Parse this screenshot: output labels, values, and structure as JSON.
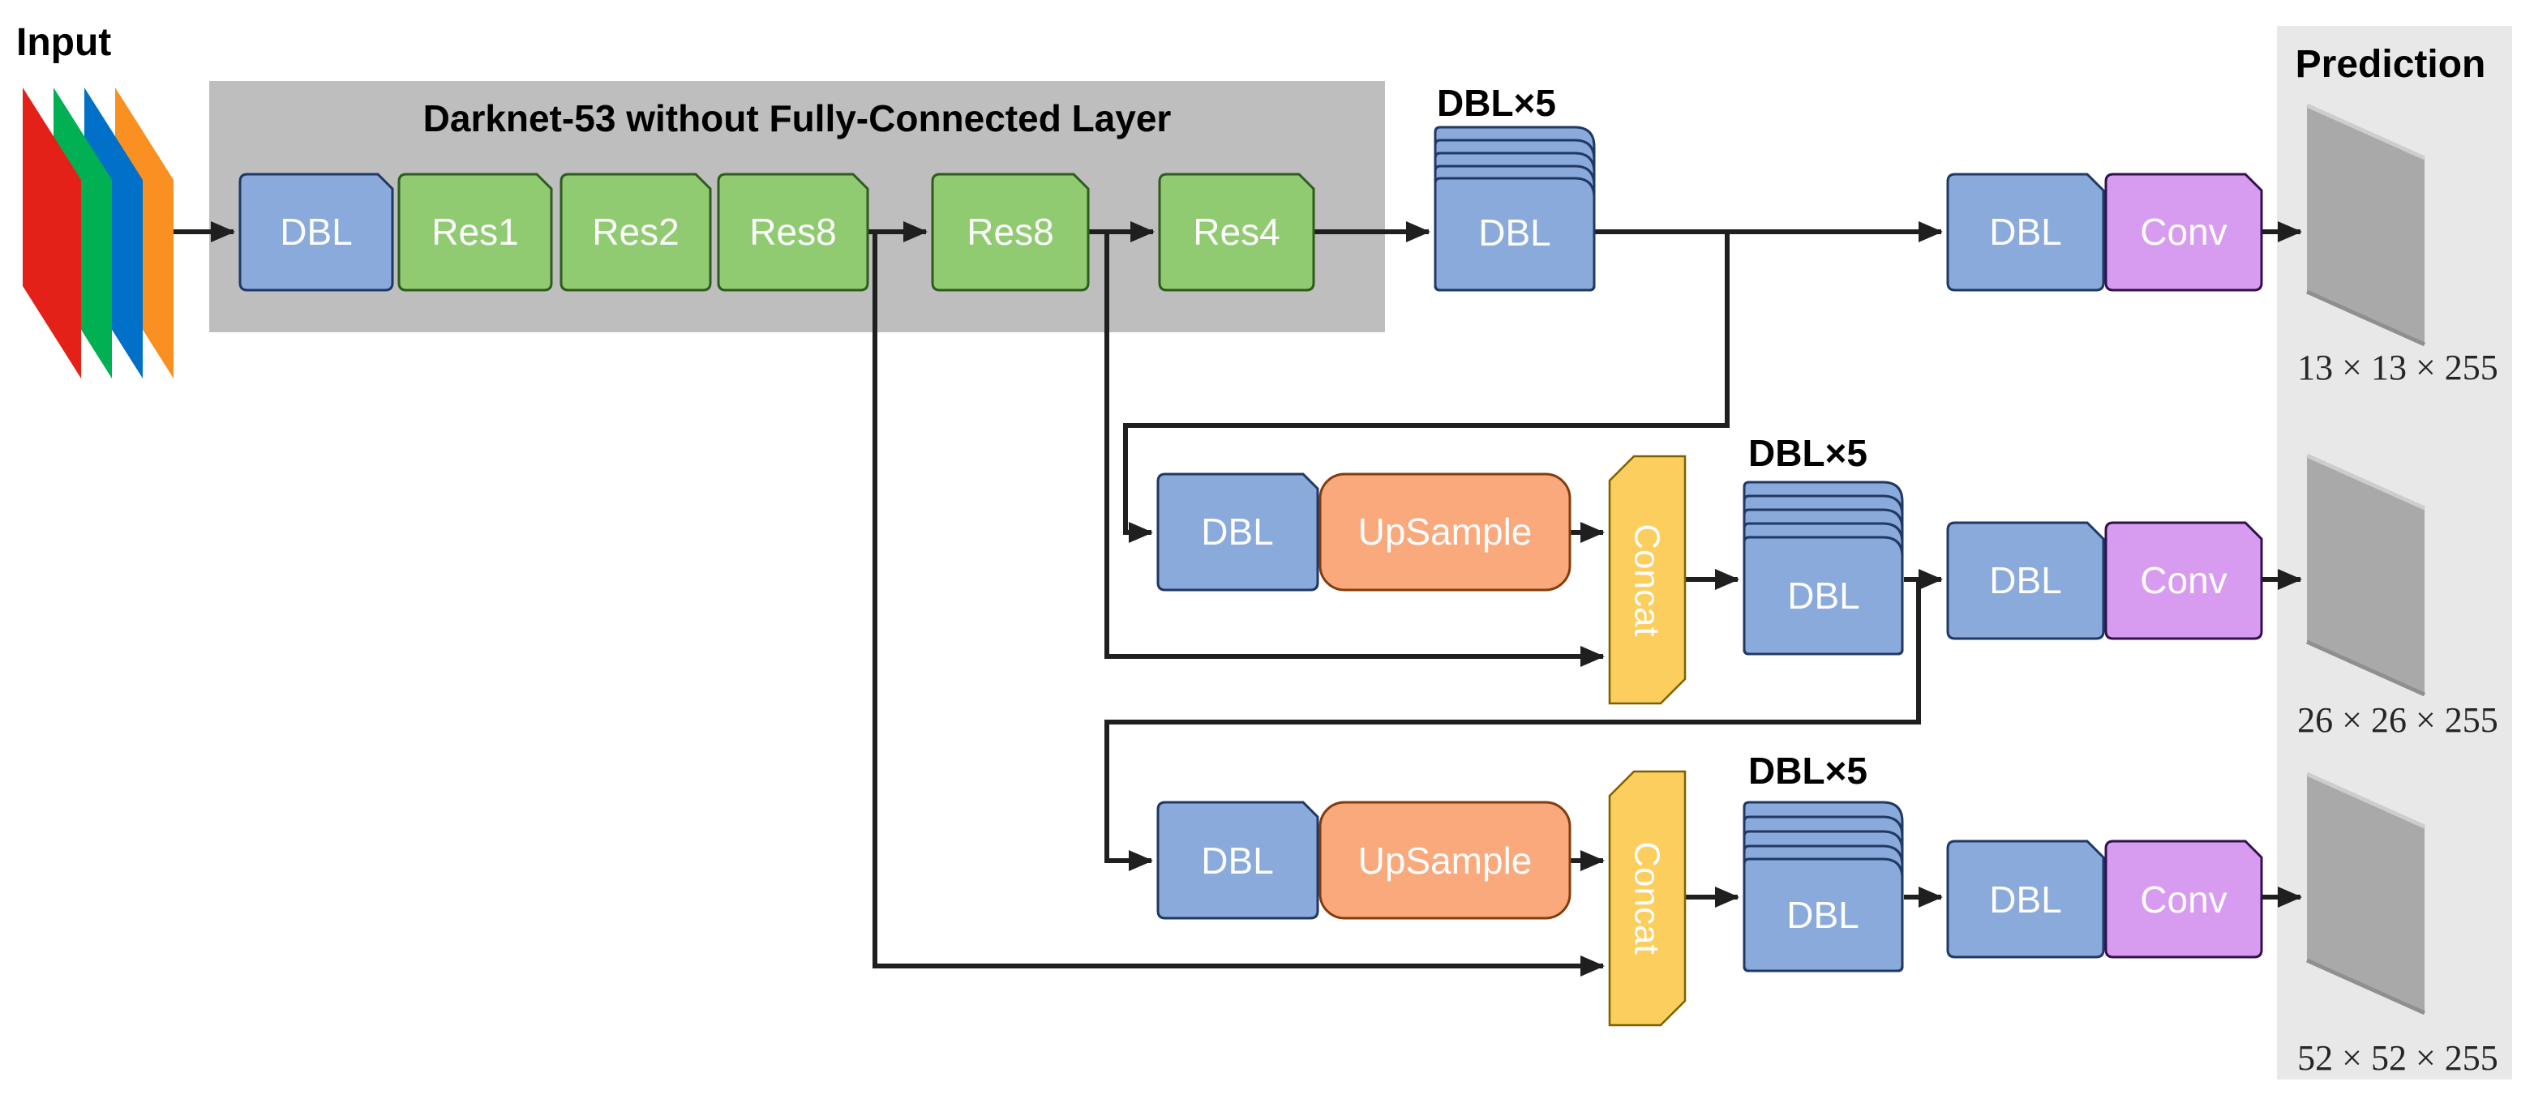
{
  "diagram": {
    "input_label": "Input",
    "darknet_title": "Darknet-53 without Fully-Connected Layer",
    "prediction_label": "Prediction",
    "stack_label": "DBL×5"
  },
  "blocks": {
    "dbl": "DBL",
    "res1": "Res1",
    "res2": "Res2",
    "res8": "Res8",
    "res4": "Res4",
    "upsample": "UpSample",
    "concat": "Concat",
    "conv": "Conv"
  },
  "outputs": {
    "scale_13": "13 × 13 × 255",
    "scale_26": "26 × 26 × 255",
    "scale_52": "52 × 52 × 255"
  },
  "colors": {
    "block_blue": "#8AAADB",
    "block_green": "#90CB72",
    "block_orange": "#F9A97C",
    "block_purple": "#D79CEF",
    "block_yellow": "#FBCE5D",
    "darknet_box": "#BEBEBE",
    "prediction_band": "#E9E8E8",
    "feature_map_gray": "#A9A9A9",
    "input_red": "#E32119",
    "input_green": "#00B052",
    "input_blue": "#0070C8",
    "input_orange": "#FA9021",
    "arrow": "#1F1F1F"
  }
}
